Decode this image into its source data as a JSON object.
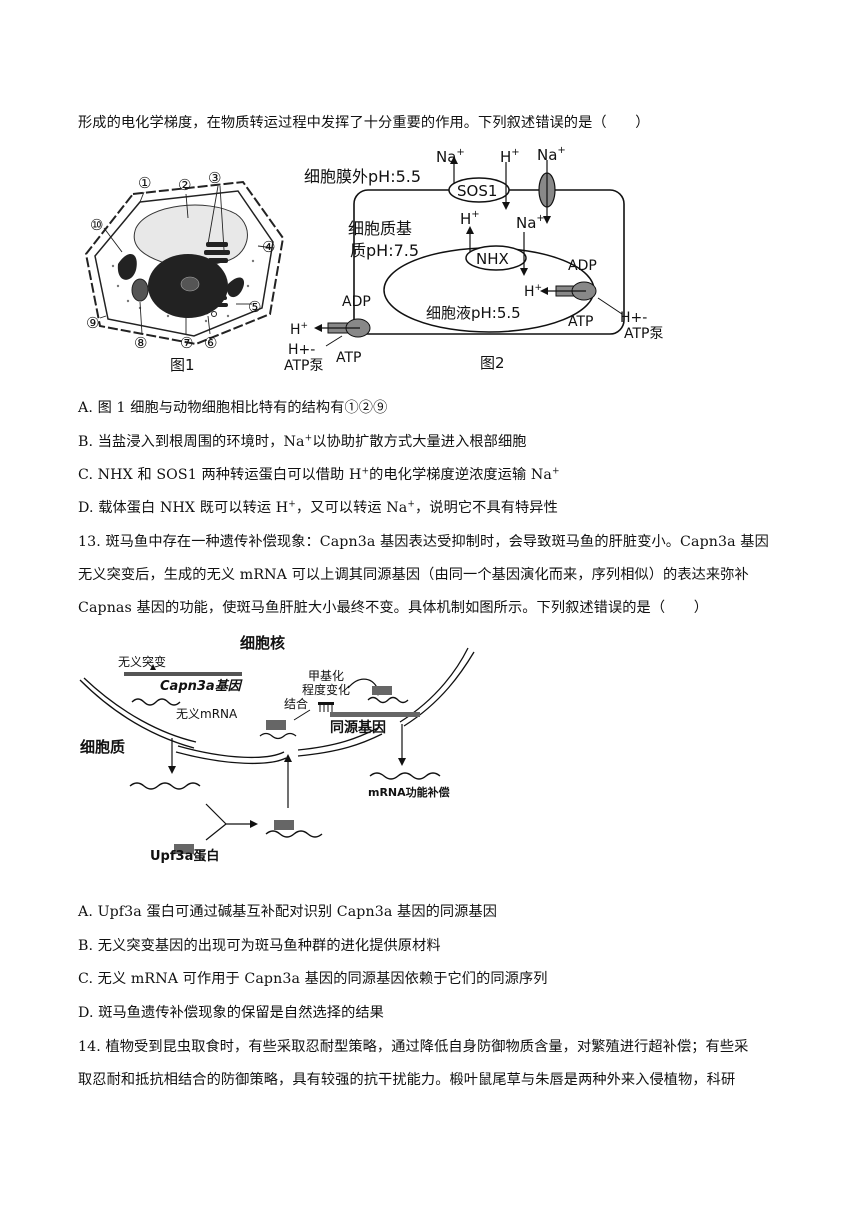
{
  "q12": {
    "intro_tail": "形成的电化学梯度，在物质转运过程中发挥了十分重要的作用。下列叙述错误的是（　　）",
    "fig1": {
      "caption": "图1",
      "labels": [
        "①",
        "②",
        "③",
        "④",
        "⑤",
        "⑥",
        "⑦",
        "⑧",
        "⑨",
        "⑩"
      ]
    },
    "fig2": {
      "caption": "图2",
      "outside": "细胞膜外pH:5.5",
      "cytoplasm_1": "细胞质基",
      "cytoplasm_2": "质pH:7.5",
      "vacuole": "细胞液pH:5.5",
      "sos1": "SOS1",
      "nhx": "NHX",
      "na": "Na",
      "h": "H",
      "plus": "+",
      "adp": "ADP",
      "atp": "ATP",
      "pump_1": "H+-",
      "pump_2": "ATP泵"
    },
    "options": {
      "a": "A. 图 1 细胞与动物细胞相比特有的结构有①②⑨",
      "b_pre": "B. 当盐浸入到根周围的环境时，Na",
      "b_post": "以协助扩散方式大量进入根部细胞",
      "c_pre": "C. NHX 和 SOS1 两种转运蛋白可以借助 H",
      "c_post": "的电化学梯度逆浓度运输 Na",
      "d_pre": "D. 载体蛋白 NHX 既可以转运 H",
      "d_mid": "，又可以转运 Na",
      "d_post": "，说明它不具有特异性",
      "sup_plus": "+"
    }
  },
  "q13": {
    "stem_1": "13. 斑马鱼中存在一种遗传补偿现象：Capn3a 基因表达受抑制时，会导致斑马鱼的肝脏变小。Capn3a 基因",
    "stem_2": "无义突变后，生成的无义 mRNA 可以上调其同源基因（由同一个基因演化而来，序列相似）的表达来弥补",
    "stem_3": "Capnas 基因的功能，使斑马鱼肝脏大小最终不变。具体机制如图所示。下列叙述错误的是（　　）",
    "fig": {
      "nucleus": "细胞核",
      "cytoplasm": "细胞质",
      "nonsense_mutation": "无义突变",
      "gene": "Capn3a基因",
      "nonsense_mrna": "无义mRNA",
      "methylation_1": "甲基化",
      "methylation_2": "程度变化",
      "bind": "结合",
      "homolog": "同源基因",
      "compensation": "mRNA功能补偿",
      "protein": "Upf3a蛋白"
    },
    "options": {
      "a": "A. Upf3a 蛋白可通过碱基互补配对识别 Capn3a 基因的同源基因",
      "b": "B. 无义突变基因的出现可为斑马鱼种群的进化提供原材料",
      "c": "C. 无义 mRNA 可作用于 Capn3a 基因的同源基因依赖于它们的同源序列",
      "d": "D. 斑马鱼遗传补偿现象的保留是自然选择的结果"
    }
  },
  "q14": {
    "stem_1": "14. 植物受到昆虫取食时，有些采取忍耐型策略，通过降低自身防御物质含量，对繁殖进行超补偿；有些采",
    "stem_2": "取忍耐和抵抗相结合的防御策略，具有较强的抗干扰能力。椴叶鼠尾草与朱唇是两种外来入侵植物，科研"
  }
}
